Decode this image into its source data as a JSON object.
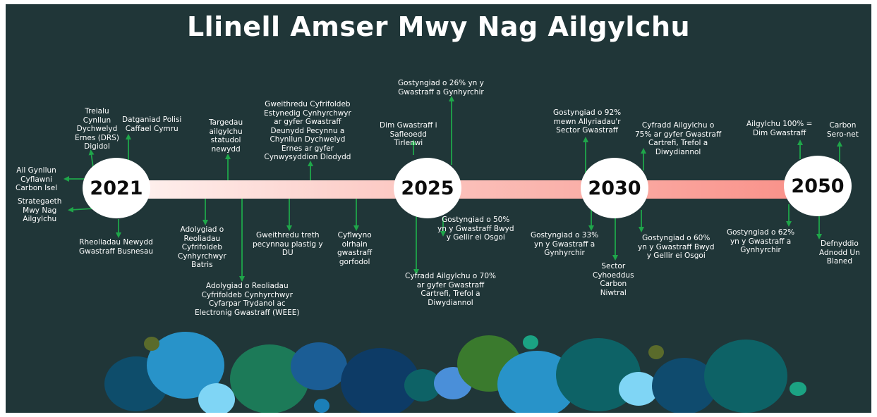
{
  "title": "Llinell Amser Mwy Nag Ailgylchu",
  "years": [
    "2021",
    "2025",
    "2030",
    "2050"
  ],
  "events": {
    "e1": "Ail Gynllun\nCyflawni\nCarbon Isel",
    "e2": "Strategaeth\nMwy Nag\nAilgylchu",
    "e3": "Treialu\nCynllun\nDychwelyd\nErnes (DRS)\nDigidol",
    "e4": "Datganiad Polisi\nCaffael Cymru",
    "e5": "Rheoliadau Newydd\nGwastraff Busnesau",
    "e6": "Targedau\nailgylchu\nstatudol\nnewydd",
    "e7": "Adolygiad o\nReoliadau\nCyfrifoldeb\nCynhyrchwyr\nBatris",
    "e8": "Adolygiad o Reoliadau\nCyfrifoldeb Cynhyrchwyr\nCyfarpar Trydanol ac\nElectronig Gwastraff (WEEE)",
    "e9": "Gweithredu Cyfrifoldeb\nEstynedig Cynhyrchwyr\nar gyfer Gwastraff\nDeunydd Pecynnu a\nChynllun Dychwelyd\nErnes ar gyfer\nCynwysyddion Diodydd",
    "e10": "Gweithredu treth\npecynnau plastig y\nDU",
    "e11": "Cyflwyno\nolrhain\ngwastraff\ngorfodol",
    "e12": "Gostyngiad o 26% yn y\nGwastraff a Gynhyrchir",
    "e13": "Dim Gwastraff i\nSafleoedd\nTirlenwi",
    "e14": "Cyfradd Ailgylchu o 70%\nar gyfer Gwastraff\nCartrefi, Trefol a\nDiwydiannol",
    "e15": "Gostyngiad o 50%\nyn y Gwastraff Bwyd\ny Gellir ei Osgoi",
    "e16": "Gostyngiad o 92%\nmewn Allyriadau'r\nSector Gwastraff",
    "e17": "Cyfradd Ailgylchu o\n75% ar gyfer Gwastraff\nCartrefi, Trefol a\nDiwydiannol",
    "e18": "Gostyngiad o 33%\nyn y Gwastraff a\nGynhyrchir",
    "e19": "Sector\nCyhoeddus\nCarbon\nNiwtral",
    "e20": "Gostyngiad o 60%\nyn y Gwastraff Bwyd\ny Gellir ei Osgoi",
    "e21": "Ailgylchu 100% =\nDim Gwastraff",
    "e22": "Carbon\nSero-net",
    "e23": "Gostyngiad o 62%\nyn y Gwastraff a\nGynhyrchir",
    "e24": "Defnyddio\nAdnodd Un\nBlaned"
  },
  "colors": {
    "background": "#203638",
    "arrow": "#1fa64a",
    "timeline_start": "#fff3f1",
    "timeline_end": "#f98e86"
  },
  "decoration": {
    "circle_colors": [
      "#0e4d6b",
      "#2893c9",
      "#1c7a58",
      "#7fd5f5",
      "#1b5d95",
      "#0d3b66",
      "#0d6266",
      "#4a8fd9",
      "#3a7a2d",
      "#2aa8a0",
      "#0f4b6e",
      "#5a6b2b"
    ]
  }
}
